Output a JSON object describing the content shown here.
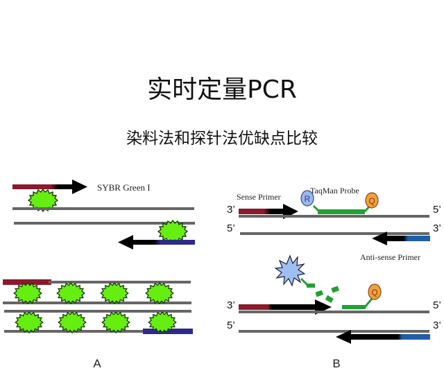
{
  "title": "实时定量PCR",
  "subtitle": "染料法和探针法优缺点比较",
  "panel_a": {
    "label": "A",
    "dye_label": "SYBR Green I"
  },
  "panel_b": {
    "label": "B",
    "sense_primer": "Sense Primer",
    "probe": "TaqMan Probe",
    "antisense_primer": "Anti-sense Primer",
    "reporter": "R",
    "quencher": "Q",
    "end_3": "3’",
    "end_5": "5’"
  },
  "colors": {
    "strand": "#666666",
    "forward_primer": "#8b1a2b",
    "reverse_primer_a": "#2e2a8a",
    "reverse_primer_b": "#1f5fa8",
    "dye": "#66ee11",
    "probe": "#22a032",
    "reporter": "#9ab8ee",
    "quencher": "#f0a040"
  }
}
